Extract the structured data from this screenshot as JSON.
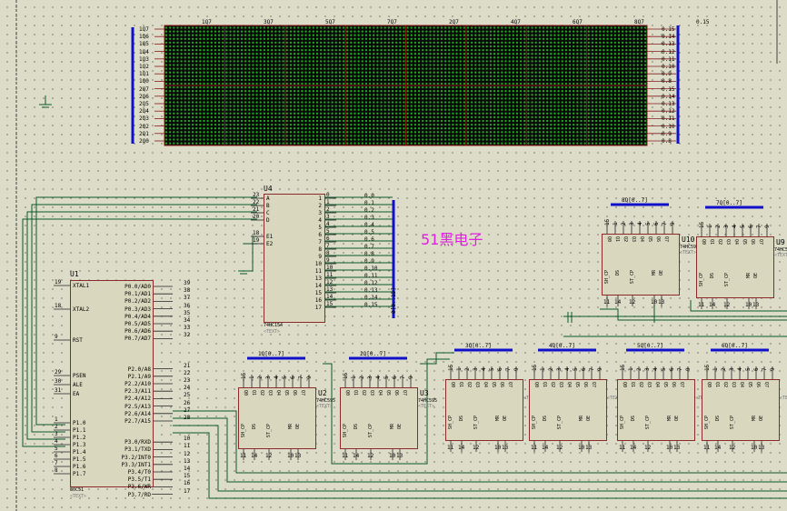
{
  "matrix": {
    "left_labels": [
      "1Q7",
      "1Q6",
      "1Q5",
      "1Q4",
      "1Q3",
      "1Q2",
      "1Q1",
      "1Q0",
      "2Q7",
      "2Q6",
      "2Q5",
      "2Q4",
      "2Q3",
      "2Q2",
      "2Q1",
      "2Q0"
    ],
    "right_labels": [
      "0.15",
      "0.14",
      "0.13",
      "0.12",
      "0.11",
      "0.10",
      "0.9",
      "0.8",
      "0.15",
      "0.14",
      "0.13",
      "0.12",
      "0.11",
      "0.10",
      "0.9",
      "0.8"
    ],
    "top_labels": [
      "1Q7",
      "3Q7",
      "5Q7",
      "7Q7",
      "2Q7",
      "4Q7",
      "6Q7",
      "8Q7",
      "0.15"
    ],
    "led_color": "#22aa22",
    "bg_color": "#0a0a0a",
    "line_color": "#8a1a1a"
  },
  "u4": {
    "ref": "U4",
    "part": "74HC154",
    "sub": "<TEXT>",
    "left_pins": [
      [
        "23",
        "A"
      ],
      [
        "22",
        "B"
      ],
      [
        "21",
        "C"
      ],
      [
        "20",
        "D"
      ],
      [
        "18",
        "E1"
      ],
      [
        "19",
        "E2"
      ]
    ],
    "right_pins": [
      [
        "0",
        "1"
      ],
      [
        "1",
        "2"
      ],
      [
        "2",
        "3"
      ],
      [
        "3",
        "4"
      ],
      [
        "4",
        "5"
      ],
      [
        "5",
        "6"
      ],
      [
        "6",
        "7"
      ],
      [
        "7",
        "8"
      ],
      [
        "8",
        "9"
      ],
      [
        "9",
        "10"
      ],
      [
        "10",
        "11"
      ],
      [
        "11",
        "13"
      ],
      [
        "12",
        "14"
      ],
      [
        "13",
        "15"
      ],
      [
        "14",
        "16"
      ],
      [
        "15",
        "17"
      ]
    ],
    "out_labels": [
      "0.0",
      "0.1",
      "0.2",
      "0.3",
      "0.4",
      "0.5",
      "0.6",
      "0.7",
      "0.8",
      "0.9",
      "0.10",
      "0.11",
      "0.12",
      "0.13",
      "0.14",
      "0.15"
    ],
    "bus_label": "0[0..15]"
  },
  "u1": {
    "ref": "U1",
    "part": "80C51",
    "sub": "<TEXT>",
    "left_pins": [
      [
        "19",
        "XTAL1"
      ],
      [
        "18",
        "XTAL2"
      ],
      [
        "9",
        "RST"
      ],
      [
        "29",
        "PSEN"
      ],
      [
        "30",
        "ALE"
      ],
      [
        "31",
        "EA"
      ],
      [
        "1",
        "P1.0"
      ],
      [
        "2",
        "P1.1"
      ],
      [
        "3",
        "P1.2"
      ],
      [
        "4",
        "P1.3"
      ],
      [
        "5",
        "P1.4"
      ],
      [
        "6",
        "P1.5"
      ],
      [
        "7",
        "P1.6"
      ],
      [
        "8",
        "P1.7"
      ]
    ],
    "right_pins": [
      [
        "39",
        "P0.0/AD0"
      ],
      [
        "38",
        "P0.1/AD1"
      ],
      [
        "37",
        "P0.2/AD2"
      ],
      [
        "36",
        "P0.3/AD3"
      ],
      [
        "35",
        "P0.4/AD4"
      ],
      [
        "34",
        "P0.5/AD5"
      ],
      [
        "33",
        "P0.6/AD6"
      ],
      [
        "32",
        "P0.7/AD7"
      ],
      [
        "21",
        "P2.0/A8"
      ],
      [
        "22",
        "P2.1/A9"
      ],
      [
        "23",
        "P2.2/A10"
      ],
      [
        "24",
        "P2.3/A11"
      ],
      [
        "25",
        "P2.4/A12"
      ],
      [
        "26",
        "P2.5/A13"
      ],
      [
        "27",
        "P2.6/A14"
      ],
      [
        "28",
        "P2.7/A15"
      ],
      [
        "10",
        "P3.0/RXD"
      ],
      [
        "11",
        "P3.1/TXD"
      ],
      [
        "12",
        "P3.2/INT0"
      ],
      [
        "13",
        "P3.3/INT1"
      ],
      [
        "14",
        "P3.4/T0"
      ],
      [
        "15",
        "P3.5/T1"
      ],
      [
        "16",
        "P3.6/WR"
      ],
      [
        "17",
        "P3.7/RD"
      ]
    ]
  },
  "shift_regs": [
    {
      "ref": "U2",
      "part": "74HC595",
      "bus": "1Q[0..7]"
    },
    {
      "ref": "U3",
      "part": "74HC595",
      "bus": "2Q[0..7]"
    },
    {
      "ref": "",
      "part": "",
      "bus": "3Q[0..7]"
    },
    {
      "ref": "",
      "part": "",
      "bus": "4Q[0..7]"
    },
    {
      "ref": "",
      "part": "",
      "bus": "5Q[0..7]"
    },
    {
      "ref": "",
      "part": "",
      "bus": "6Q[0..7]"
    },
    {
      "ref": "U10",
      "part": "74HC595",
      "bus": "8Q[0..7]"
    },
    {
      "ref": "U9",
      "part": "74HC595",
      "bus": "7Q[0..7]"
    }
  ],
  "sr_top_pins": [
    "Q0",
    "Q1",
    "Q2",
    "Q3",
    "Q4",
    "Q5",
    "Q6",
    "Q7"
  ],
  "sr_bottom_pins": [
    "SH_CP",
    "DS",
    "ST_CP",
    "MR",
    "OE"
  ],
  "sr_pin_nums_top": [
    "15",
    "1",
    "2",
    "3",
    "4",
    "5",
    "6",
    "7",
    "9"
  ],
  "sr_pin_nums_bottom": [
    "11",
    "14",
    "12",
    "10",
    "13"
  ],
  "sr_sub": "<TEXT>",
  "watermark": "51黑电子",
  "colors": {
    "wire": "#0a5a2a",
    "bus": "#1010cc",
    "chip_border": "#8a2a2a",
    "chip_fill": "#d9d8bf"
  }
}
